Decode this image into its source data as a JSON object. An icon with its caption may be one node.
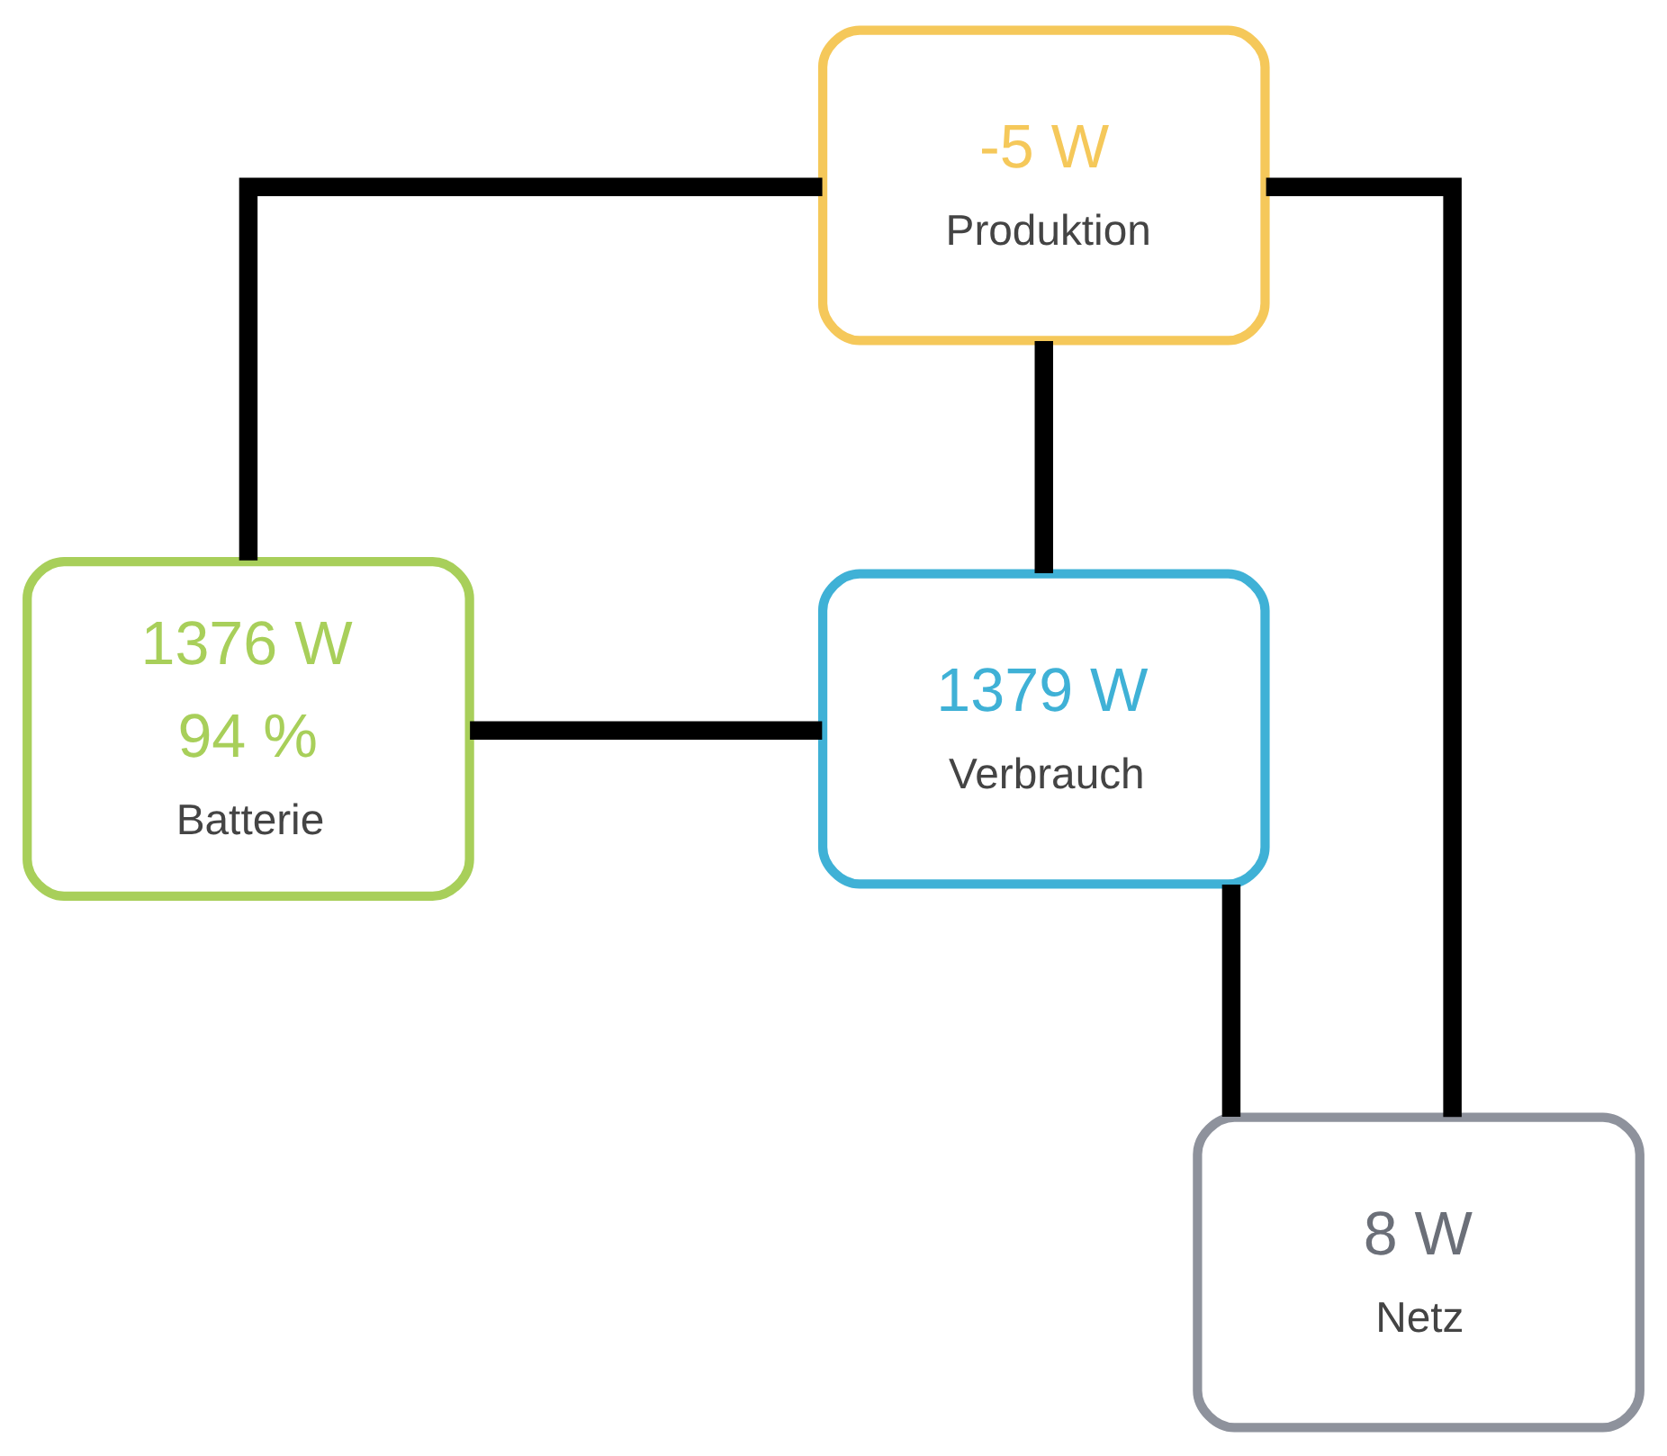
{
  "diagram": {
    "nodes": [
      {
        "text": [
          "-5 W",
          "Produktion"
        ]
      },
      {
        "text": [
          "1376 W",
          "94 %",
          "Batterie"
        ]
      },
      {
        "text": [
          "1379 W",
          "Verbrauch"
        ]
      },
      {
        "text": [
          "8 W",
          "Netz"
        ]
      }
    ],
    "edges": [
      {
        "from": 0,
        "to": 1,
        "arrow": "none"
      },
      {
        "from": 0,
        "to": 3,
        "arrow": "none"
      },
      {
        "from": 0,
        "to": 2,
        "arrow": "none"
      },
      {
        "from": 1,
        "to": 2,
        "arrow": "none"
      },
      {
        "from": 2,
        "to": 3,
        "arrow": "none"
      }
    ]
  }
}
